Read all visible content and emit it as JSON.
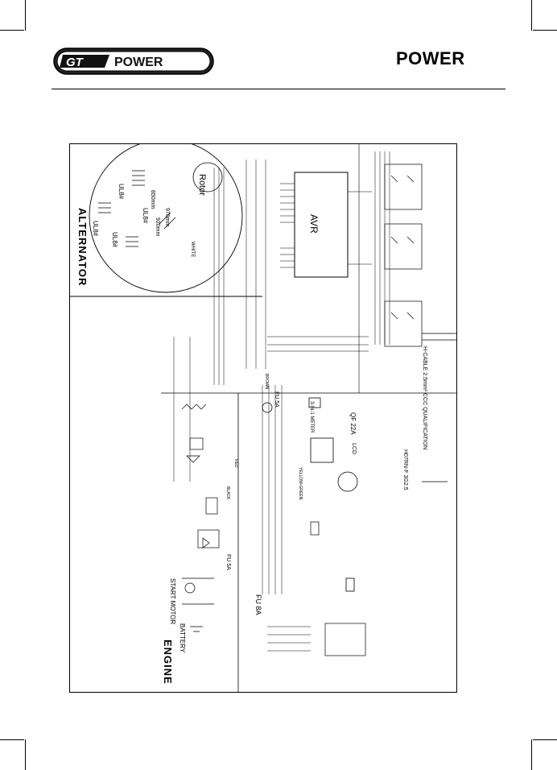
{
  "header": {
    "logo_text": "GT POWER",
    "brand_label": "POWER"
  },
  "diagram": {
    "sections": {
      "alternator": "ALTERNATOR",
      "engine": "ENGINE"
    },
    "labels": {
      "avr": "AVR",
      "rotor": "Rotor",
      "battery": "BATTERY",
      "start_motor": "START MOTOR",
      "fuse_5a_a": "FU 5A",
      "fuse_5a_b": "FU 5A",
      "fuse_8a": "FU 8A",
      "qf": "QF 22A",
      "meter": "3-IN-1 METER",
      "lcd": "LCD",
      "ul8_a": "UL8#",
      "ul8_b": "UL8#",
      "ul8_c": "UL8#",
      "ul8_d": "UL8#",
      "mm_850": "850mm",
      "mm_920": "920mm",
      "mm_970": "970mm",
      "cable": "H07RN-F 3G2.5",
      "cable_note": "H-CABLE 2.5mm² CCC QUALIFICATION",
      "white": "WHITE",
      "red": "RED",
      "black": "BLACK",
      "brown": "BROWN",
      "yellow_green": "YELLOW-GREEN"
    }
  }
}
